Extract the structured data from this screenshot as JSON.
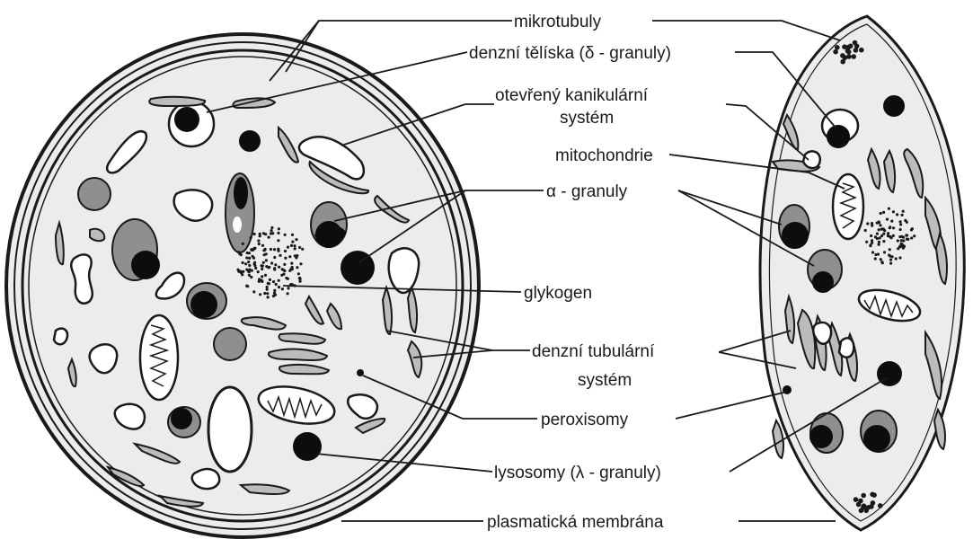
{
  "labels": {
    "mikrotubuly": "mikrotubuly",
    "denzni_teliska": "denzní tělíska (δ - granuly)",
    "otevreny_line1": "otevřený kanikulární",
    "otevreny_line2": "systém",
    "mitochondrie": "mitochondrie",
    "alpha_granuly": "α - granuly",
    "glykogen": "glykogen",
    "denzni_tub_line1": "denzní tubulární",
    "denzni_tub_line2": "systém",
    "peroxisomy": "peroxisomy",
    "lysosomy": "lysosomy (λ - granuly)",
    "plasmaticka_membrana": "plasmatická membrána"
  },
  "colors": {
    "cytoplasm": "#ececec",
    "ink": "#1a1a1a",
    "granule_gray": "#8f8f8f",
    "dense_black": "#0d0d0d",
    "organelle_white": "#ffffff"
  }
}
